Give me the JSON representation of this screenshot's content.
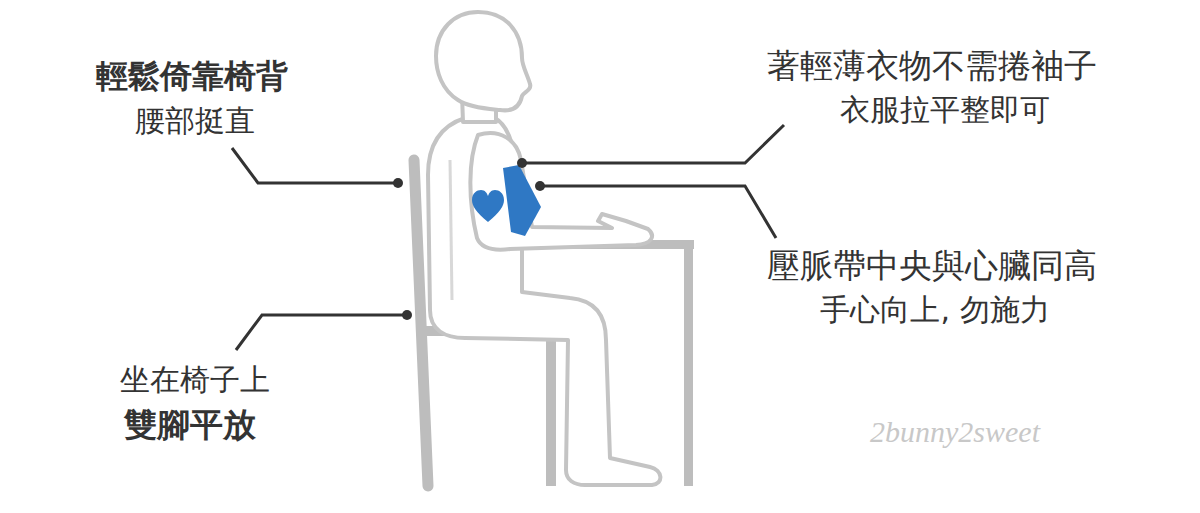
{
  "diagram": {
    "labels": [
      "輕鬆倚靠椅背",
      "腰部挺直",
      "著輕薄衣物不需捲袖子",
      "衣服拉平整即可",
      "壓脈帶中央與心臟同高",
      "手心向上, 勿施力",
      "坐在椅子上",
      "雙腳平放",
      "2bunny2sweet"
    ]
  }
}
